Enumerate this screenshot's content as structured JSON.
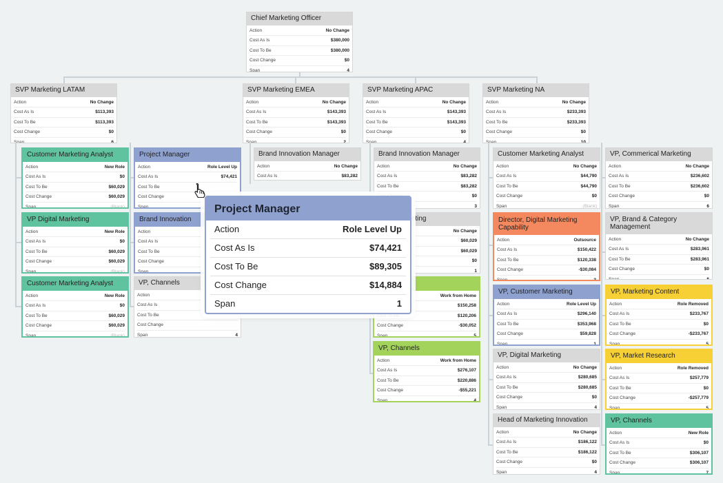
{
  "cards": [
    {
      "title": "Chief Marketing Officer",
      "color": "gray",
      "rows": [
        [
          "Action",
          "No Change"
        ],
        [
          "Cost As Is",
          "$380,000"
        ],
        [
          "Cost To Be",
          "$380,000"
        ],
        [
          "Cost Change",
          "$0"
        ],
        [
          "Span",
          "4"
        ]
      ]
    },
    {
      "title": "SVP Marketing LATAM",
      "color": "gray",
      "rows": [
        [
          "Action",
          "No Change"
        ],
        [
          "Cost As Is",
          "$113,393"
        ],
        [
          "Cost To Be",
          "$113,393"
        ],
        [
          "Cost Change",
          "$0"
        ],
        [
          "Span",
          "6"
        ]
      ]
    },
    {
      "title": "SVP Marketing EMEA",
      "color": "gray",
      "rows": [
        [
          "Action",
          "No Change"
        ],
        [
          "Cost As Is",
          "$143,393"
        ],
        [
          "Cost To Be",
          "$143,393"
        ],
        [
          "Cost Change",
          "$0"
        ],
        [
          "Span",
          "2"
        ]
      ]
    },
    {
      "title": "SVP Marketing APAC",
      "color": "gray",
      "rows": [
        [
          "Action",
          "No Change"
        ],
        [
          "Cost As Is",
          "$143,393"
        ],
        [
          "Cost To Be",
          "$143,393"
        ],
        [
          "Cost Change",
          "$0"
        ],
        [
          "Span",
          "4"
        ]
      ]
    },
    {
      "title": "SVP Marketing NA",
      "color": "gray",
      "rows": [
        [
          "Action",
          "No Change"
        ],
        [
          "Cost As Is",
          "$233,393"
        ],
        [
          "Cost To Be",
          "$233,393"
        ],
        [
          "Cost Change",
          "$0"
        ],
        [
          "Span",
          "10"
        ]
      ]
    },
    {
      "title": "Customer Marketing Analyst",
      "color": "green",
      "rows": [
        [
          "Action",
          "New Role"
        ],
        [
          "Cost As Is",
          "$0"
        ],
        [
          "Cost To Be",
          "$60,029"
        ],
        [
          "Cost Change",
          "$60,029"
        ],
        [
          "Span",
          "(Blank)"
        ]
      ]
    },
    {
      "title": "VP Digital Marketing",
      "color": "green",
      "rows": [
        [
          "Action",
          "New Role"
        ],
        [
          "Cost As Is",
          "$0"
        ],
        [
          "Cost To Be",
          "$60,029"
        ],
        [
          "Cost Change",
          "$60,029"
        ],
        [
          "Span",
          "(Blank)"
        ]
      ]
    },
    {
      "title": "Customer Marketing Analyst",
      "color": "green",
      "rows": [
        [
          "Action",
          "New Role"
        ],
        [
          "Cost As Is",
          "$0"
        ],
        [
          "Cost To Be",
          "$60,029"
        ],
        [
          "Cost Change",
          "$60,029"
        ],
        [
          "Span",
          "(Blank)"
        ]
      ]
    },
    {
      "title": "Project Manager",
      "color": "blue",
      "rows": [
        [
          "Action",
          "Role Level Up"
        ],
        [
          "Cost As Is",
          "$74,421"
        ],
        [
          "Cost To Be",
          ""
        ],
        [
          "Cost Change",
          ""
        ],
        [
          "Span",
          ""
        ]
      ]
    },
    {
      "title": "Brand Innovation",
      "color": "blue",
      "rows": [
        [
          "Action",
          ""
        ],
        [
          "Cost As Is",
          ""
        ],
        [
          "Cost To Be",
          ""
        ],
        [
          "Cost Change",
          ""
        ],
        [
          "Span",
          ""
        ]
      ]
    },
    {
      "title": "VP, Channels",
      "color": "gray",
      "rows": [
        [
          "Action",
          ""
        ],
        [
          "Cost As Is",
          ""
        ],
        [
          "Cost To Be",
          ""
        ],
        [
          "Cost Change",
          ""
        ],
        [
          "Span",
          "4"
        ]
      ]
    },
    {
      "title": "Brand Innovation Manager",
      "color": "gray",
      "rows": [
        [
          "Action",
          "No Change"
        ],
        [
          "Cost As Is",
          "$83,282"
        ]
      ]
    },
    {
      "title": "Brand Innovation Manager",
      "color": "gray",
      "rows": [
        [
          "Action",
          "No Change"
        ],
        [
          "Cost As Is",
          "$83,282"
        ],
        [
          "Cost To Be",
          "$83,282"
        ],
        [
          "Cost Change",
          "$0"
        ],
        [
          "Span",
          "3"
        ]
      ]
    },
    {
      "title": "omer Marketing",
      "color": "gray",
      "rows": [
        [
          "Action",
          "No Change"
        ],
        [
          "Cost As Is",
          "$60,029"
        ],
        [
          "Cost To Be",
          "$60,029"
        ],
        [
          "Cost Change",
          "$0"
        ],
        [
          "Span",
          "1"
        ]
      ]
    },
    {
      "title": "Lead",
      "color": "lgreen",
      "rows": [
        [
          "Action",
          "Work from Home"
        ],
        [
          "Cost As Is",
          "$150,258"
        ],
        [
          "Cost To Be",
          "$120,206"
        ],
        [
          "Cost Change",
          "-$30,052"
        ],
        [
          "Span",
          "5"
        ]
      ]
    },
    {
      "title": "VP, Channels",
      "color": "lgreen",
      "rows": [
        [
          "Action",
          "Work from Home"
        ],
        [
          "Cost As Is",
          "$276,107"
        ],
        [
          "Cost To Be",
          "$220,886"
        ],
        [
          "Cost Change",
          "-$55,221"
        ],
        [
          "Span",
          "4"
        ]
      ]
    },
    {
      "title": "Customer Marketing Analyst",
      "color": "gray",
      "rows": [
        [
          "Action",
          "No Change"
        ],
        [
          "Cost As Is",
          "$44,790"
        ],
        [
          "Cost To Be",
          "$44,790"
        ],
        [
          "Cost Change",
          "$0"
        ],
        [
          "Span",
          "(Blank)"
        ]
      ]
    },
    {
      "title": "Director, Digital Marketing Capability",
      "color": "orange",
      "rows": [
        [
          "Action",
          "Outsource"
        ],
        [
          "Cost As Is",
          "$150,422"
        ],
        [
          "Cost To Be",
          "$120,338"
        ],
        [
          "Cost Change",
          "-$30,084"
        ],
        [
          "Span",
          "3"
        ]
      ]
    },
    {
      "title": "VP, Customer Marketing",
      "color": "blue",
      "rows": [
        [
          "Action",
          "Role Level Up"
        ],
        [
          "Cost As Is",
          "$296,140"
        ],
        [
          "Cost To Be",
          "$353,968"
        ],
        [
          "Cost Change",
          "$59,828"
        ],
        [
          "Span",
          "1"
        ]
      ]
    },
    {
      "title": "VP, Digital Marketing",
      "color": "gray",
      "rows": [
        [
          "Action",
          "No Change"
        ],
        [
          "Cost As Is",
          "$280,685"
        ],
        [
          "Cost To Be",
          "$280,685"
        ],
        [
          "Cost Change",
          "$0"
        ],
        [
          "Span",
          "4"
        ]
      ]
    },
    {
      "title": "Head of Marketing Innovation",
      "color": "gray",
      "rows": [
        [
          "Action",
          "No Change"
        ],
        [
          "Cost As Is",
          "$186,122"
        ],
        [
          "Cost To Be",
          "$186,122"
        ],
        [
          "Cost Change",
          "$0"
        ],
        [
          "Span",
          "4"
        ]
      ]
    },
    {
      "title": "VP, Commerical Marketing",
      "color": "gray",
      "rows": [
        [
          "Action",
          "No Change"
        ],
        [
          "Cost As Is",
          "$236,602"
        ],
        [
          "Cost To Be",
          "$236,602"
        ],
        [
          "Cost Change",
          "$0"
        ],
        [
          "Span",
          "6"
        ]
      ]
    },
    {
      "title": "VP, Brand & Category Management",
      "color": "gray",
      "rows": [
        [
          "Action",
          "No Change"
        ],
        [
          "Cost As Is",
          "$283,961"
        ],
        [
          "Cost To Be",
          "$283,961"
        ],
        [
          "Cost Change",
          "$0"
        ],
        [
          "Span",
          "6"
        ]
      ]
    },
    {
      "title": "VP, Marketing Content",
      "color": "yellow",
      "rows": [
        [
          "Action",
          "Role Removed"
        ],
        [
          "Cost As Is",
          "$233,767"
        ],
        [
          "Cost To Be",
          "$0"
        ],
        [
          "Cost Change",
          "-$233,767"
        ],
        [
          "Span",
          "5"
        ]
      ]
    },
    {
      "title": "VP, Market Research",
      "color": "yellow",
      "rows": [
        [
          "Action",
          "Role Removed"
        ],
        [
          "Cost As Is",
          "$257,779"
        ],
        [
          "Cost To Be",
          "$0"
        ],
        [
          "Cost Change",
          "-$257,779"
        ],
        [
          "Span",
          "5"
        ]
      ]
    },
    {
      "title": "VP, Channels",
      "color": "green",
      "rows": [
        [
          "Action",
          "New Role"
        ],
        [
          "Cost As Is",
          "$0"
        ],
        [
          "Cost To Be",
          "$306,107"
        ],
        [
          "Cost Change",
          "$306,107"
        ],
        [
          "Span",
          "7"
        ]
      ]
    }
  ],
  "popup": {
    "title": "Project Manager",
    "rows": [
      [
        "Action",
        "Role Level Up"
      ],
      [
        "Cost As Is",
        "$74,421"
      ],
      [
        "Cost To Be",
        "$89,305"
      ],
      [
        "Cost Change",
        "$14,884"
      ],
      [
        "Span",
        "1"
      ]
    ]
  },
  "colors": {
    "gray": "#d9d9d9",
    "green": "#5fc3a0",
    "blue": "#8ea1cf",
    "lgreen": "#a3d35a",
    "orange": "#f4895f",
    "yellow": "#f7d035"
  },
  "cursor_icon": "hand-pointer-icon"
}
